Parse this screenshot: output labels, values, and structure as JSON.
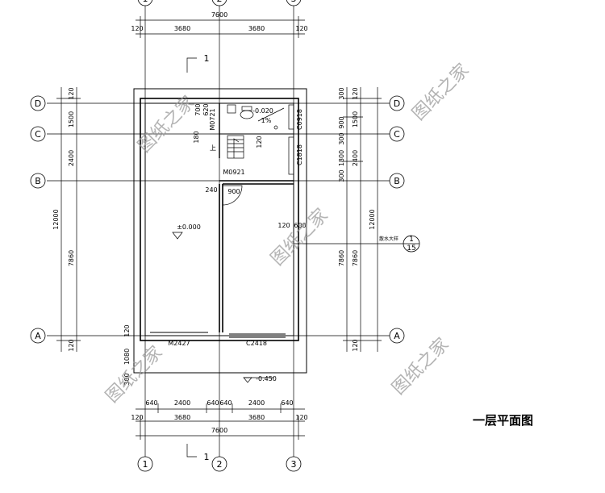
{
  "title": "一层平面图",
  "watermark": "图纸之家",
  "dims": {
    "total_width": "7600",
    "total_depth": "12000",
    "wall_120": "120",
    "bay_3680": "3680",
    "seg_640": "640",
    "seg_2400": "2400",
    "seg_1500": "1500",
    "seg_7860": "7860",
    "seg_300": "300",
    "seg_900": "900",
    "seg_1800": "1800",
    "seg_600": "600",
    "seg_180": "180",
    "seg_240": "240",
    "seg_1080": "1080",
    "seg_700": "700",
    "seg_620": "620"
  },
  "axes": {
    "numbers": [
      "1",
      "2",
      "3"
    ],
    "letters": [
      "A",
      "B",
      "C",
      "D"
    ]
  },
  "section_mark": "1",
  "labels": {
    "door_m2427": "M2427",
    "window_c2418": "C2418",
    "door_m0921": "M0921",
    "door_m0721": "M0721",
    "window_c1818": "C1818",
    "window_c0918": "C0918",
    "elev_main": "±0.000",
    "elev_outside": "-0.450",
    "elev_bath": "-0.020",
    "slope": "1%",
    "stair_up": "上",
    "drain": "散水大样",
    "detail_num": "1",
    "detail_page": "15"
  }
}
